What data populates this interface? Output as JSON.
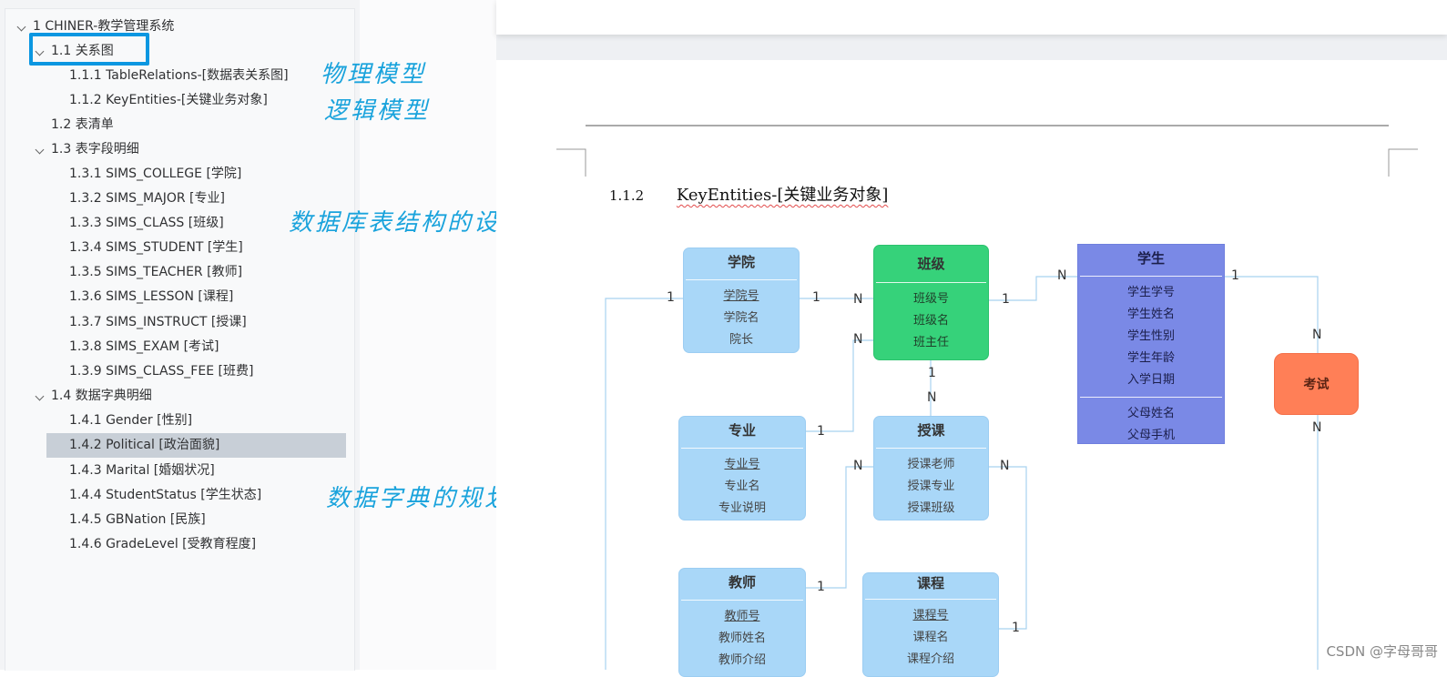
{
  "sidebar": {
    "root": "1  CHINER-教学管理系统",
    "s1": "1.1  关系图",
    "s1_1": "1.1.1  TableRelations-[数据表关系图]",
    "s1_2": "1.1.2  KeyEntities-[关键业务对象]",
    "s2": "1.2  表清单",
    "s3": "1.3  表字段明细",
    "s3_1": "1.3.1  SIMS_COLLEGE [学院]",
    "s3_2": "1.3.2  SIMS_MAJOR [专业]",
    "s3_3": "1.3.3  SIMS_CLASS [班级]",
    "s3_4": "1.3.4  SIMS_STUDENT [学生]",
    "s3_5": "1.3.5  SIMS_TEACHER [教师]",
    "s3_6": "1.3.6  SIMS_LESSON [课程]",
    "s3_7": "1.3.7  SIMS_INSTRUCT [授课]",
    "s3_8": "1.3.8  SIMS_EXAM [考试]",
    "s3_9": "1.3.9  SIMS_CLASS_FEE [班费]",
    "s4": "1.4  数据字典明细",
    "s4_1": "1.4.1  Gender [性别]",
    "s4_2": "1.4.2  Political [政治面貌]",
    "s4_3": "1.4.3  Marital [婚姻状况]",
    "s4_4": "1.4.4  StudentStatus [学生状态]",
    "s4_5": "1.4.5  GBNation [民族]",
    "s4_6": "1.4.6  GradeLevel [受教育程度]"
  },
  "annotations": {
    "physical": "物理模型",
    "logical": "逻辑模型",
    "table_design": "数据库表结构的设计",
    "dict_plan": "数据字典的规划"
  },
  "document": {
    "heading_num": "1.1.2",
    "heading_title": "KeyEntities-[关键业务对象]"
  },
  "entities": {
    "college": {
      "title": "学院",
      "f1": "学院号",
      "f2": "学院名",
      "f3": "院长"
    },
    "class": {
      "title": "班级",
      "f1": "班级号",
      "f2": "班级名",
      "f3": "班主任"
    },
    "student": {
      "title": "学生",
      "f1": "学生学号",
      "f2": "学生姓名",
      "f3": "学生性别",
      "f4": "学生年龄",
      "f5": "入学日期",
      "f6": "父母姓名",
      "f7": "父母手机"
    },
    "exam": {
      "title": "考试"
    },
    "major": {
      "title": "专业",
      "f1": "专业号",
      "f2": "专业名",
      "f3": "专业说明"
    },
    "instruct": {
      "title": "授课",
      "f1": "授课老师",
      "f2": "授课专业",
      "f3": "授课班级"
    },
    "teacher": {
      "title": "教师",
      "f1": "教师号",
      "f2": "教师姓名",
      "f3": "教师介绍"
    },
    "lesson": {
      "title": "课程",
      "f1": "课程号",
      "f2": "课程名",
      "f3": "课程介绍"
    }
  },
  "cardinality": {
    "c1": "1",
    "c2": "1",
    "c3": "N",
    "c4": "N",
    "c5": "1",
    "c6": "N",
    "c7": "1",
    "c8": "N",
    "c9": "N",
    "c10": "1",
    "c11": "N",
    "c12": "1",
    "c13": "N",
    "c14": "N",
    "c15": "1",
    "c16": "1"
  },
  "watermark": "CSDN @字母哥哥",
  "colors": {
    "accent": "#0b97e1",
    "annotation": "#1aa3dc",
    "selected": "#c8cfd7"
  }
}
